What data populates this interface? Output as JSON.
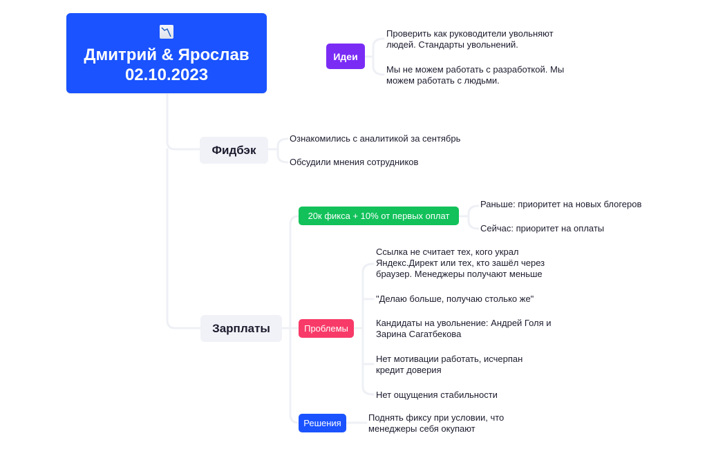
{
  "root": {
    "icon": "chart-decreasing-icon",
    "title": "Дмитрий & Ярослав",
    "date": "02.10.2023",
    "color": "#1a53ff"
  },
  "ideas": {
    "label": "Идеи",
    "color": "#7a2cf5",
    "items": [
      {
        "line1": "Проверить как руководители увольняют",
        "line2": "людей. Стандарты увольнений."
      },
      {
        "line1": "Мы не можем работать с разработкой. Мы",
        "line2": "можем работать с людьми."
      }
    ]
  },
  "feedback": {
    "label": "Фидбэк",
    "items": [
      "Ознакомились с аналитикой за сентябрь",
      "Обсудили мнения сотрудников"
    ]
  },
  "salary": {
    "label": "Зарплаты",
    "scheme": {
      "label": "20к фикса + 10% от первых оплат",
      "color": "#12c15a",
      "items": [
        "Раньше: приоритет на новых блогеров",
        "Сейчас: приоритет на оплаты"
      ]
    },
    "problems": {
      "label": "Проблемы",
      "color": "#f83a68",
      "items": [
        {
          "lines": [
            "Ссылка не считает тех, кого украл",
            "Яндекс.Директ или тех, кто зашёл через",
            "браузер. Менеджеры получают меньше"
          ]
        },
        {
          "lines": [
            "\"Делаю больше, получаю столько же\""
          ]
        },
        {
          "lines": [
            "Кандидаты на увольнение: Андрей Голя и",
            "Зарина Сагатбекова"
          ]
        },
        {
          "lines": [
            "Нет мотивации работать, исчерпан",
            "кредит доверия"
          ]
        },
        {
          "lines": [
            "Нет ощущения стабильности"
          ]
        }
      ]
    },
    "solutions": {
      "label": "Решения",
      "color": "#1a53ff",
      "items": [
        {
          "line1": "Поднять фиксу при условии, что",
          "line2": "менеджеры себя окупают"
        }
      ]
    }
  }
}
